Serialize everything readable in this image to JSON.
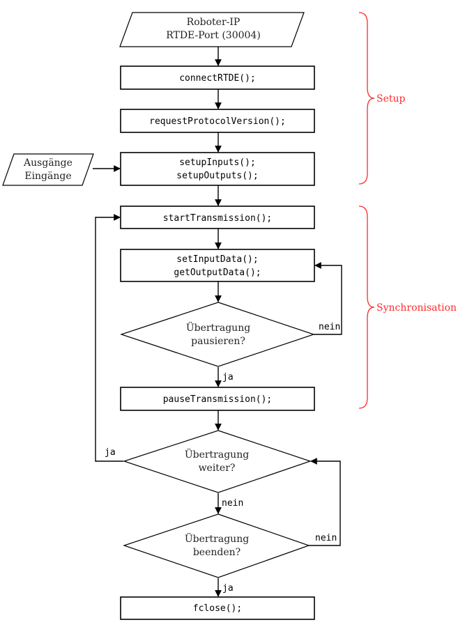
{
  "nodes": {
    "input_robot": [
      "Roboter-IP",
      "RTDE-Port (30004)"
    ],
    "connect": [
      "connectRTDE();"
    ],
    "request_version": [
      "requestProtocolVersion();"
    ],
    "io_list": [
      "Ausgänge",
      "Eingänge"
    ],
    "setup_io": [
      "setupInputs();",
      "setupOutputs();"
    ],
    "start_tx": [
      "startTransmission();"
    ],
    "sync_data": [
      "setInputData();",
      "getOutputData();"
    ],
    "decision_pause": [
      "Übertragung",
      "pausieren?"
    ],
    "pause_tx": [
      "pauseTransmission();"
    ],
    "decision_continue": [
      "Übertragung",
      "weiter?"
    ],
    "decision_end": [
      "Übertragung",
      "beenden?"
    ],
    "close": [
      "fclose();"
    ]
  },
  "edge_labels": {
    "pause_no": "nein",
    "pause_yes": "ja",
    "continue_yes": "ja",
    "continue_no": "nein",
    "end_no": "nein",
    "end_yes": "ja"
  },
  "sections": {
    "setup": "Setup",
    "synchronisation": "Synchronisation"
  },
  "colors": {
    "line": "#000000",
    "section_accent": "#ff2a2a"
  }
}
